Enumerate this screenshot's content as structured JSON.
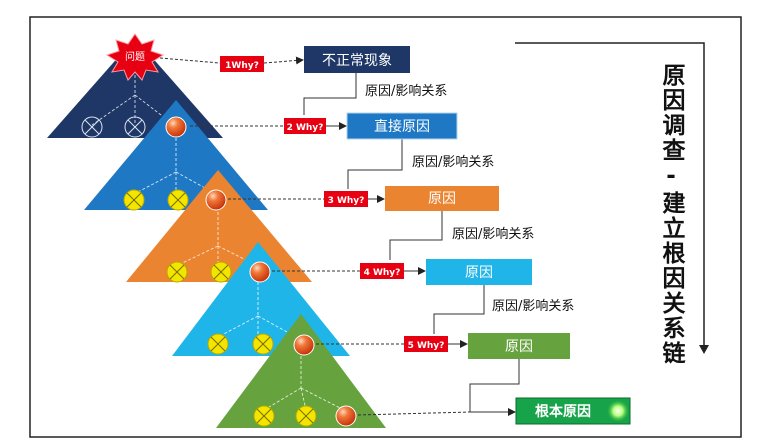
{
  "problem_label": "问题",
  "side_title": "原因调查-建立根因关系链",
  "relation_label": "原因/影响关系",
  "why_tags": [
    "1Why?",
    "2 Why?",
    "3 Why?",
    "4 Why?",
    "5 Why?"
  ],
  "boxes": [
    "不正常现象",
    "直接原因",
    "原因",
    "原因",
    "原因"
  ],
  "root_cause": "根本原因",
  "colors": {
    "level1": "#1e3766",
    "level2": "#1f78c4",
    "level3": "#ea8430",
    "level4": "#20b5e8",
    "level5": "#66a23e",
    "why_tag": "#e60012",
    "root_box": "#17a34a"
  }
}
